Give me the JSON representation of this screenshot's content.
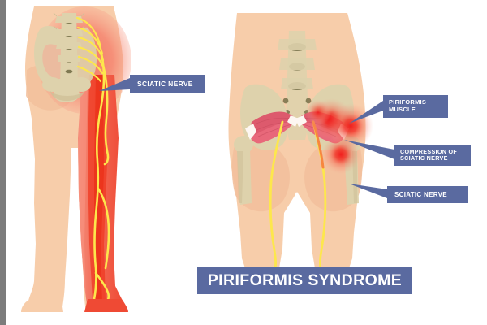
{
  "illustration": {
    "title": "PIRIFORMIS SYNDROME",
    "background_color": "#ffffff",
    "edge_bar_color": "#7c7c7c"
  },
  "palette": {
    "label_box": "#5a6aa0",
    "label_text": "#ffffff",
    "skin": "#f7cdaa",
    "skin_shadow": "#f0bd97",
    "bone": "#ded2ac",
    "bone_shade": "#cfc098",
    "vertebra_dark": "#6f6a43",
    "muscle_pink": "#e8687a",
    "muscle_pink_dark": "#d4566a",
    "tendon_white": "#fdf7f2",
    "nerve_yellow": "#fde74c",
    "nerve_outline": "#e8c33a",
    "pain_red": "#ee2020",
    "pain_salmon": "#f4836f",
    "pain_orange": "#f7863f"
  },
  "figures": [
    {
      "id": "posterior-leg",
      "name": "Posterior view of lower body showing sciatic nerve path down the right leg",
      "side": "left"
    },
    {
      "id": "pelvis-buttocks",
      "name": "Posterior view of pelvis and buttocks showing piriformis muscles",
      "side": "right"
    }
  ],
  "callouts": [
    {
      "id": "sciatic-nerve-left",
      "text": "SCIATIC NERVE",
      "target": "nerve running along posterior thigh"
    },
    {
      "id": "piriformis-muscle",
      "text": "PIRIFORMIS\nMUSCLE",
      "target": "right piriformis muscle"
    },
    {
      "id": "compression-of-sciatic-nerve",
      "text": "COMPRESSION OF\nSCIATIC NERVE",
      "target": "inflamed nerve beneath piriformis"
    },
    {
      "id": "sciatic-nerve-right",
      "text": "SCIATIC NERVE",
      "target": "nerve descending right thigh"
    }
  ]
}
